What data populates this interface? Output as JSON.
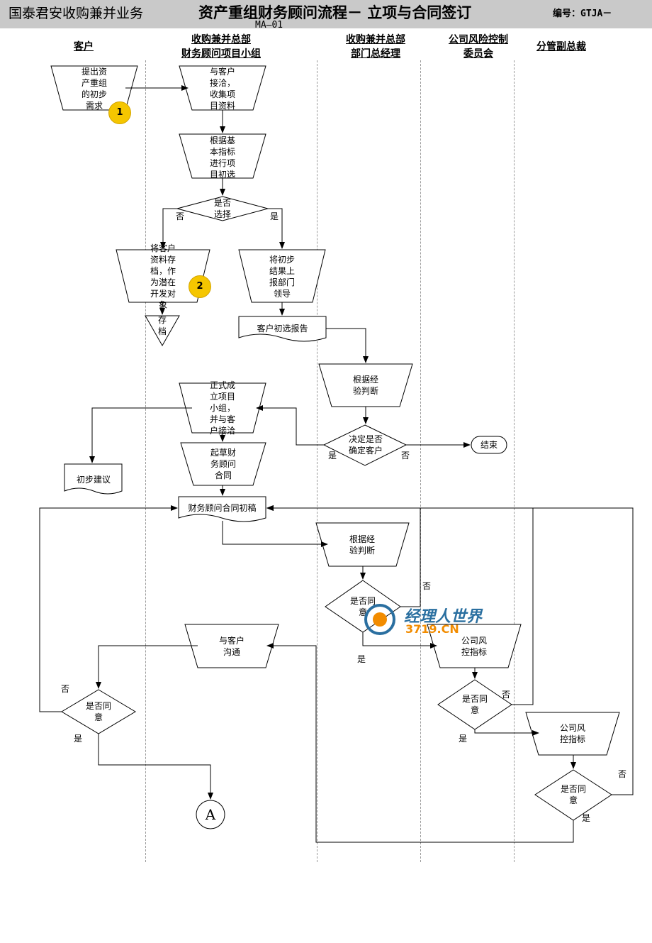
{
  "header": {
    "company": "国泰君安收购兼并业务",
    "title": "资产重组财务顾问流程－ 立项与合同签订",
    "code_label": "编号：GTJA－",
    "code_cont": "MA—01"
  },
  "lanes": {
    "client": "客户",
    "team": "收购兼并总部\n财务顾问项目小组",
    "gm": "收购兼并总部\n部门总经理",
    "risk": "公司风险控制\n委员会",
    "vp": "分管副总裁"
  },
  "nodes": {
    "n1": "提出资\n产重组\n的初步\n需求",
    "n2": "与客户\n接洽，\n收集项\n目资料",
    "n3": "根据基\n本指标\n进行项\n目初选",
    "d1": "是否\n选择",
    "n4": "将客户\n资料存\n档，作\n为潜在\n开发对\n象",
    "n4b": "存\n档",
    "n5": "将初步\n结果上\n报部门\n领导",
    "doc1": "客户初选报告",
    "n6": "根据经\n验判断",
    "d2": "决定是否\n确定客户",
    "end": "结束",
    "n7": "正式成\n立项目\n小组，\n并与客\n户接洽",
    "doc2": "初步建议",
    "n8": "起草财\n务顾问\n合同",
    "doc3": "财务顾问合同初稿",
    "n9": "根据经\n验判断",
    "d3": "是否同\n意",
    "n10": "与客户\n沟通",
    "d4": "是否同\n意",
    "n11": "公司风\n控指标",
    "d5": "是否同\n意",
    "n12": "公司风\n控指标",
    "d6": "是否同\n意",
    "conn_a": "A"
  },
  "markers": {
    "m1": "1",
    "m2": "2"
  },
  "edge_labels": {
    "yes": "是",
    "no": "否"
  },
  "watermark": {
    "text": "经理人世界",
    "sub": "3719.CN"
  },
  "colors": {
    "header_bg": "#c9c9c9",
    "marker": "#f5c600",
    "lane_line": "#9a9a9a"
  }
}
